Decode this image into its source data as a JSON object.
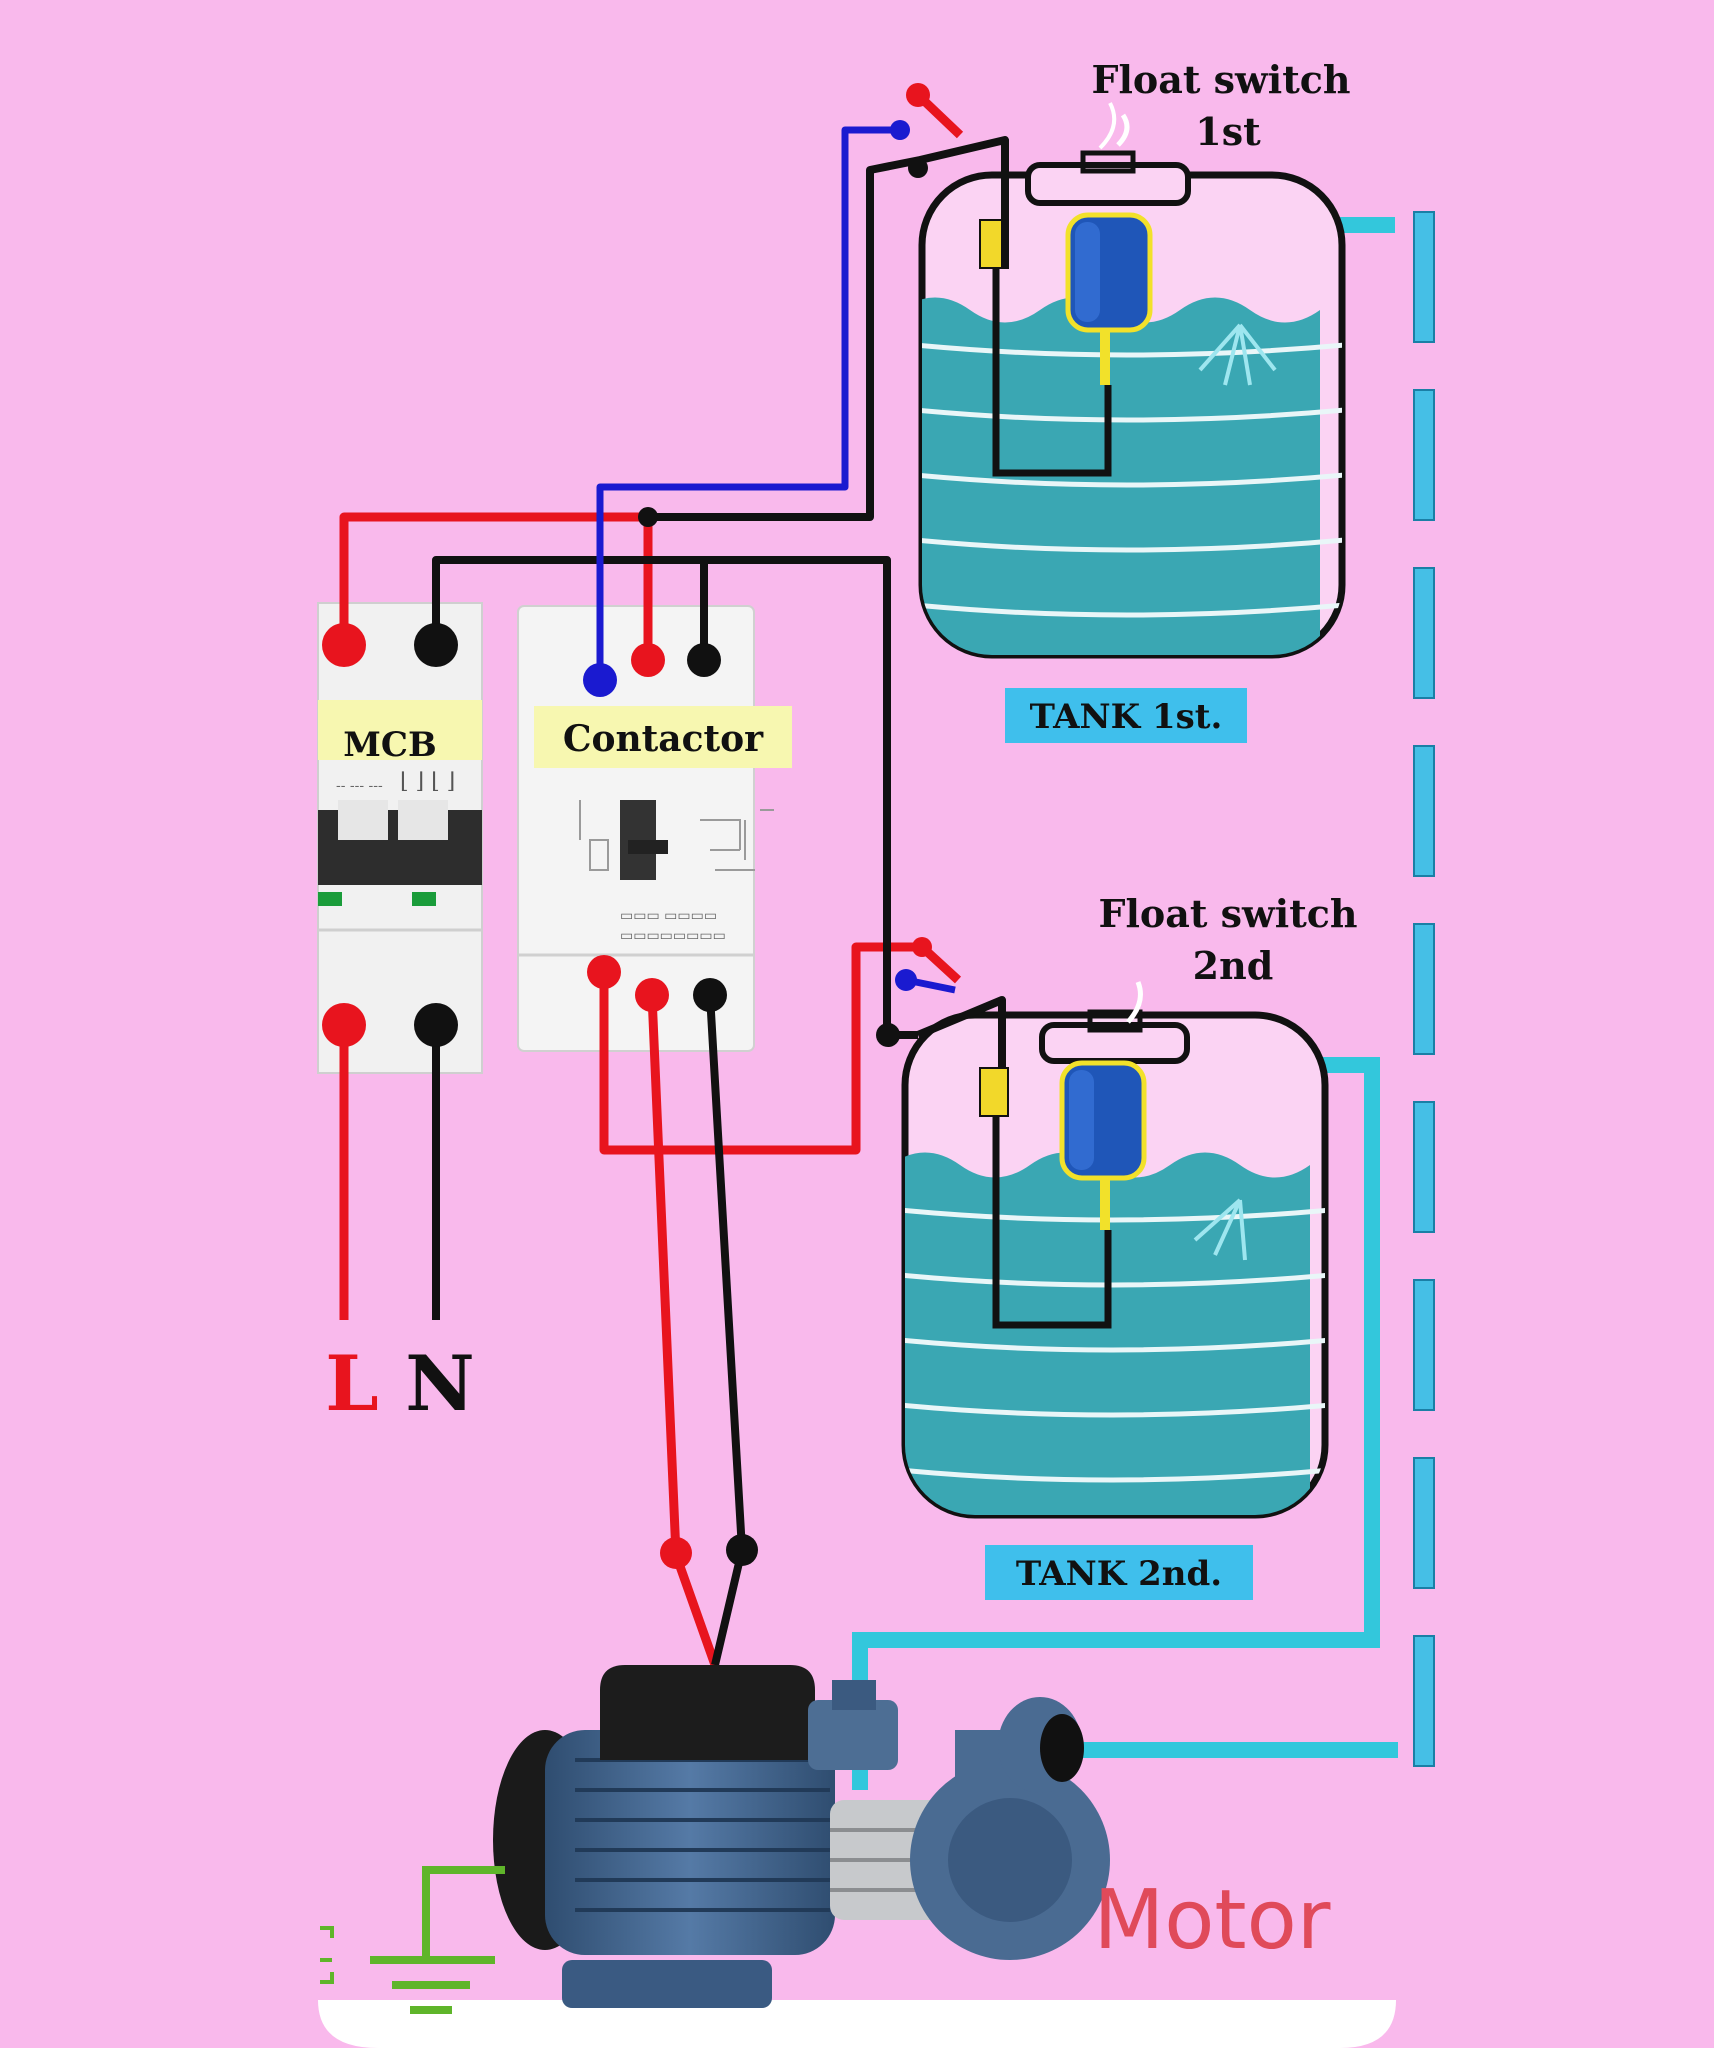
{
  "labels": {
    "float1_line1": "Float switch",
    "float1_line2": "1st",
    "float2_line1": "Float switch",
    "float2_line2": "2nd",
    "tank1": "TANK 1st.",
    "tank2": "TANK 2nd.",
    "mcb": "MCB",
    "contactor": "Contactor",
    "line": "L",
    "neutral": "N",
    "motor": "Motor"
  },
  "colors": {
    "background": "#f9b9ec",
    "phase_wire": "#e8141e",
    "neutral_wire": "#111111",
    "control_wire": "#1a1ad0",
    "water_pipe": "#33c7dc",
    "water": "#3aa7b3",
    "tank_label_bg": "#3fbfec",
    "device_label_bg": "#f7f7b0",
    "motor_label": "#e04a5a",
    "earth": "#5fb52a"
  },
  "icons": {
    "mcb": "mcb-breaker-icon",
    "contactor": "contactor-icon",
    "float_switch": "float-switch-icon",
    "motor": "water-pump-motor-icon",
    "earth": "earth-ground-icon"
  }
}
